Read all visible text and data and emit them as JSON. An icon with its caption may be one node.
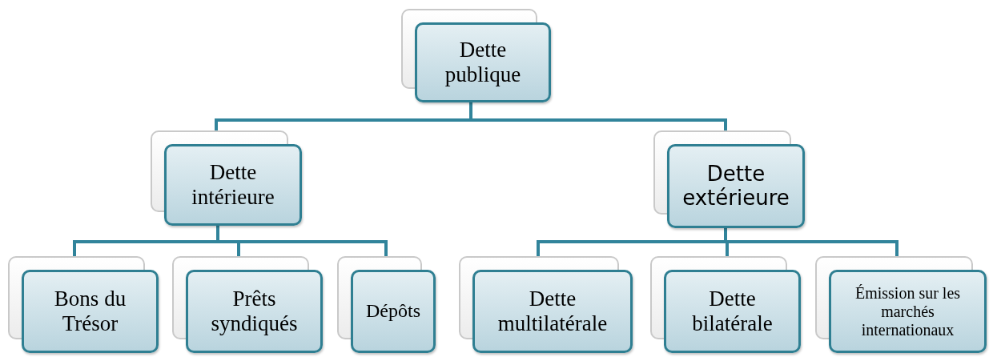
{
  "diagram": {
    "nodes": [
      {
        "text": [
          "Dette publique"
        ]
      },
      {
        "text": [
          "Dette intérieure"
        ]
      },
      {
        "text": [
          "Dette extérieure"
        ]
      },
      {
        "text": [
          "Bons du Trésor"
        ]
      },
      {
        "text": [
          "Prêts syndiqués"
        ]
      },
      {
        "text": [
          "Dépôts"
        ]
      },
      {
        "text": [
          "Dette multilatérale"
        ]
      },
      {
        "text": [
          "Dette bilatérale"
        ]
      },
      {
        "text": [
          "Émission sur les marchés internationaux"
        ]
      }
    ],
    "edges": [
      {
        "from": 0,
        "to": 1,
        "arrow": "none"
      },
      {
        "from": 0,
        "to": 2,
        "arrow": "none"
      },
      {
        "from": 1,
        "to": 3,
        "arrow": "none"
      },
      {
        "from": 1,
        "to": 4,
        "arrow": "none"
      },
      {
        "from": 1,
        "to": 5,
        "arrow": "none"
      },
      {
        "from": 2,
        "to": 6,
        "arrow": "none"
      },
      {
        "from": 2,
        "to": 7,
        "arrow": "none"
      },
      {
        "from": 2,
        "to": 8,
        "arrow": "none"
      }
    ]
  }
}
